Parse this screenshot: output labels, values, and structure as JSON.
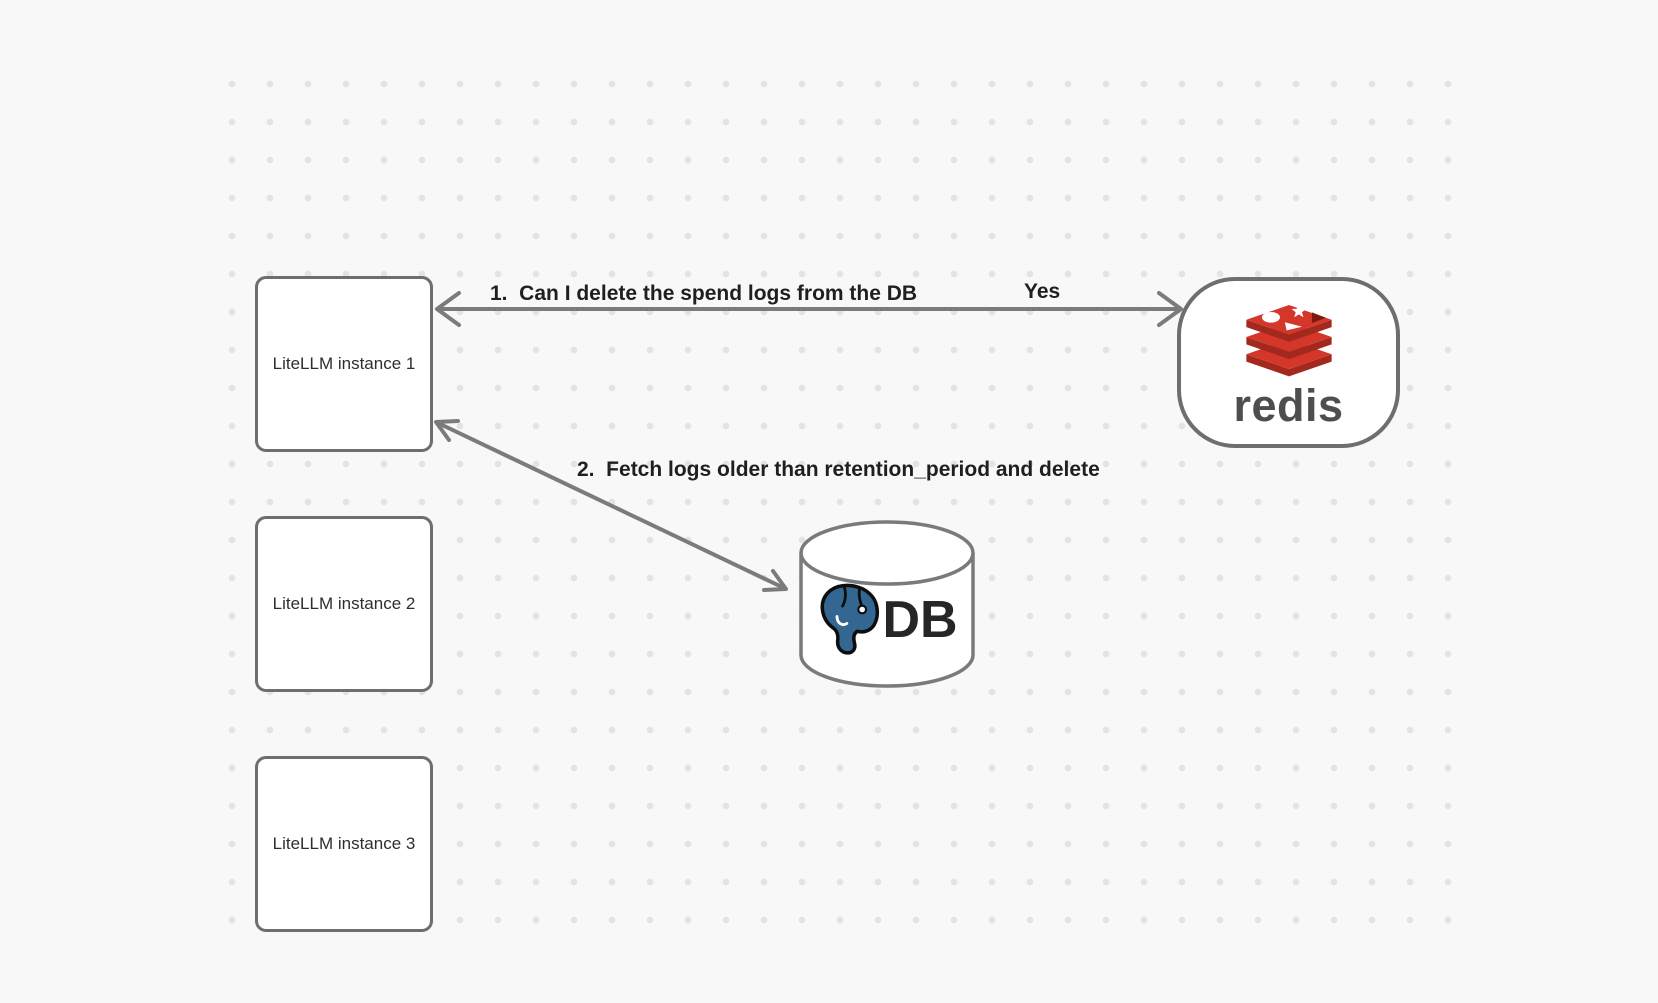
{
  "canvas": {
    "background_color": "#f8f8f8",
    "dot_color": "#e3e3e3"
  },
  "nodes": {
    "instance1": {
      "label": "LiteLLM instance 1"
    },
    "instance2": {
      "label": "LiteLLM instance 2"
    },
    "instance3": {
      "label": "LiteLLM instance 3"
    },
    "redis": {
      "label": "redis",
      "logo": "redis-stack-logo",
      "colors": {
        "red": "#d5362a",
        "dark_red": "#a3291e",
        "notch": "#7c1a10",
        "wordmark": "#4e4e4e"
      }
    },
    "db": {
      "label": "DB",
      "logo": "postgresql-elephant-logo",
      "colors": {
        "blue": "#336791"
      }
    }
  },
  "edges": {
    "edge1": {
      "label": "1.  Can I delete the spend logs from the DB",
      "reply": "Yes",
      "from": "instance1",
      "to": "redis",
      "style": "bidirectional-arrow"
    },
    "edge2": {
      "label": "2.  Fetch logs older than retention_period and delete",
      "from": "instance1",
      "to": "db",
      "style": "bidirectional-arrow"
    }
  }
}
